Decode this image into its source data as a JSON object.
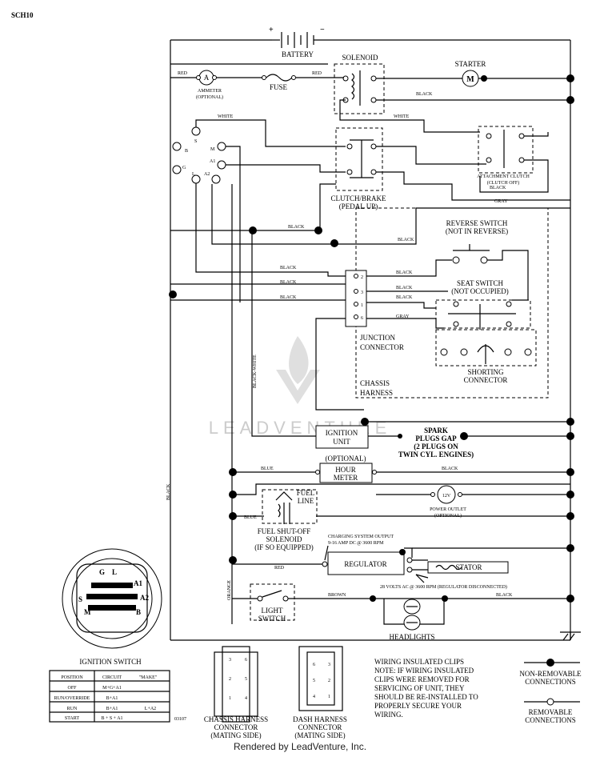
{
  "doc_id": "SCH10",
  "part_no": "03107",
  "footer": "Rendered by LeadVenture, Inc.",
  "watermark": "LEADVENTURE",
  "components": {
    "battery": "BATTERY",
    "solenoid": "SOLENOID",
    "starter": "STARTER",
    "ammeter": "AMMETER",
    "ammeter_optional": "(OPTIONAL)",
    "fuse": "FUSE",
    "clutch_brake": "CLUTCH/BRAKE",
    "clutch_brake_sub": "(PEDAL UP)",
    "attachment_clutch": "ATTACHMENT CLUTCH",
    "attachment_clutch_sub": "(CLUTCH OFF)",
    "reverse_switch": "REVERSE SWITCH",
    "reverse_switch_sub": "(NOT IN REVERSE)",
    "seat_switch": "SEAT SWITCH",
    "seat_switch_sub": "(NOT OCCUPIED)",
    "junction_connector_1": "JUNCTION",
    "junction_connector_2": "CONNECTOR",
    "shorting_connector_1": "SHORTING",
    "shorting_connector_2": "CONNECTOR",
    "chassis_harness_1": "CHASSIS",
    "chassis_harness_2": "HARNESS",
    "ignition_unit_1": "IGNITION",
    "ignition_unit_2": "UNIT",
    "spark_plugs_1": "SPARK",
    "spark_plugs_2": "PLUGS GAP",
    "spark_plugs_3": "(2 PLUGS ON",
    "spark_plugs_4": "TWIN CYL. ENGINES)",
    "hour_meter_optional": "(OPTIONAL)",
    "hour_meter_1": "HOUR",
    "hour_meter_2": "METER",
    "fuel_line_1": "FUEL",
    "fuel_line_2": "LINE",
    "power_outlet_v": "12V",
    "power_outlet": "POWER OUTLET",
    "power_outlet_sub": "(OPTIONAL)",
    "fuel_shutoff_1": "FUEL SHUT-OFF",
    "fuel_shutoff_2": "SOLENOID",
    "fuel_shutoff_3": "(IF SO EQUIPPED)",
    "charging_1": "CHARGING SYSTEM OUTPUT",
    "charging_2": "9-16 AMP DC @ 3600 RPM",
    "regulator": "REGULATOR",
    "stator": "STATOR",
    "volts_ac": "28 VOLTS AC @ 3600 RPM (REGULATOR DISCONNECTED)",
    "light_switch_1": "LIGHT",
    "light_switch_2": "SWITCH",
    "headlights": "HEADLIGHTS",
    "chassis_conn_1": "CHASSIS HARNESS",
    "chassis_conn_2": "CONNECTOR",
    "chassis_conn_3": "(MATING SIDE)",
    "dash_conn_1": "DASH HARNESS",
    "dash_conn_2": "CONNECTOR",
    "dash_conn_3": "(MATING SIDE)"
  },
  "ignition_terminals": {
    "S": "S",
    "M": "M",
    "B": "B",
    "A1": "A1",
    "G": "G",
    "L": "L",
    "A2": "A2"
  },
  "wires": {
    "red": "RED",
    "black": "BLACK",
    "white": "WHITE",
    "gray": "GRAY",
    "blue": "BLUE",
    "orange": "ORANGE",
    "brown": "BROWN",
    "black_white": "BLACK-WHITE"
  },
  "junction_pins": [
    "2",
    "3",
    "1",
    "6"
  ],
  "ignition_switch": {
    "title": "IGNITION SWITCH",
    "headers": [
      "POSITION",
      "CIRCUIT",
      "\"MAKE\""
    ],
    "rows": [
      {
        "position": "OFF",
        "circuit": "M+G+A1",
        "make": ""
      },
      {
        "position": "RUN/OVERRIDE",
        "circuit": "B+A1",
        "make": ""
      },
      {
        "position": "RUN",
        "circuit": "B+A1",
        "make": "L+A2"
      },
      {
        "position": "START",
        "circuit": "B + S + A1",
        "make": ""
      }
    ]
  },
  "chassis_connector_pins": [
    "3",
    "6",
    "2",
    "5",
    "1",
    "4"
  ],
  "dash_connector_pins": [
    "6",
    "3",
    "5",
    "2",
    "4",
    "1"
  ],
  "notes": {
    "line1": "WIRING INSULATED CLIPS",
    "line2": "NOTE: IF WIRING INSULATED",
    "line3": "CLIPS WERE REMOVED FOR",
    "line4": "SERVICING OF UNIT, THEY",
    "line5": "SHOULD BE RE-INSTALLED TO",
    "line6": "PROPERLY SECURE YOUR",
    "line7": "WIRING."
  },
  "legend": {
    "non_removable_1": "NON-REMOVABLE",
    "non_removable_2": "CONNECTIONS",
    "removable_1": "REMOVABLE",
    "removable_2": "CONNECTIONS"
  }
}
